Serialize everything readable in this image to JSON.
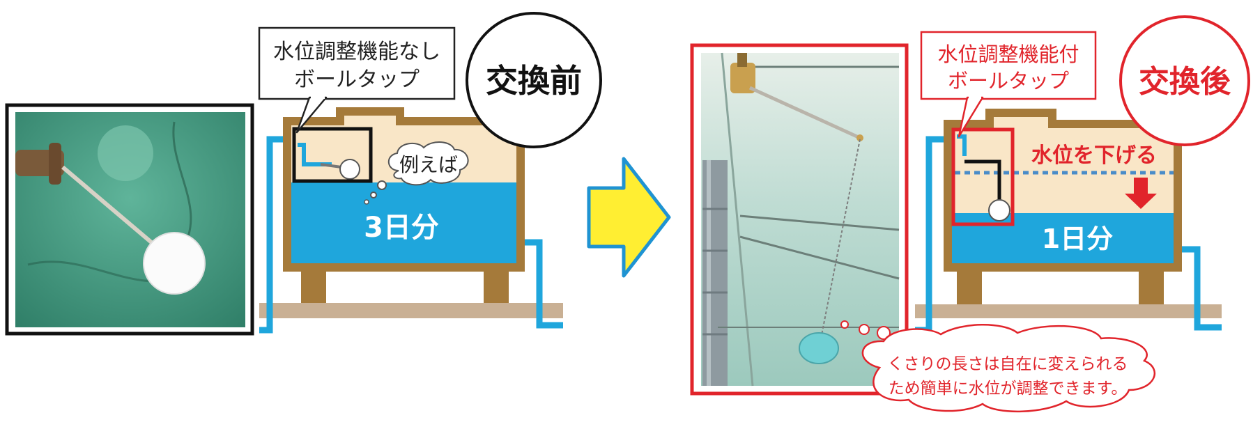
{
  "before": {
    "callout_line1": "水位調整機能なし",
    "callout_line2": "ボールタップ",
    "circle_label": "交換前",
    "thought": "例えば",
    "water_label": "3日分"
  },
  "after": {
    "callout_line1": "水位調整機能付",
    "callout_line2": "ボールタップ",
    "circle_label": "交換後",
    "lower_label": "水位を下げる",
    "water_label": "1日分",
    "note_line1": "くさりの長さは自在に変えられる",
    "note_line2": "ため簡単に水位が調整できます。"
  },
  "colors": {
    "tank_frame": "#a57a3a",
    "tank_fill": "#f9e6c7",
    "water": "#1fa6dc",
    "ground": "#c9b094",
    "arrow_fill": "#ffee32",
    "arrow_stroke": "#1f93d2",
    "accent_red": "#e1242b"
  }
}
